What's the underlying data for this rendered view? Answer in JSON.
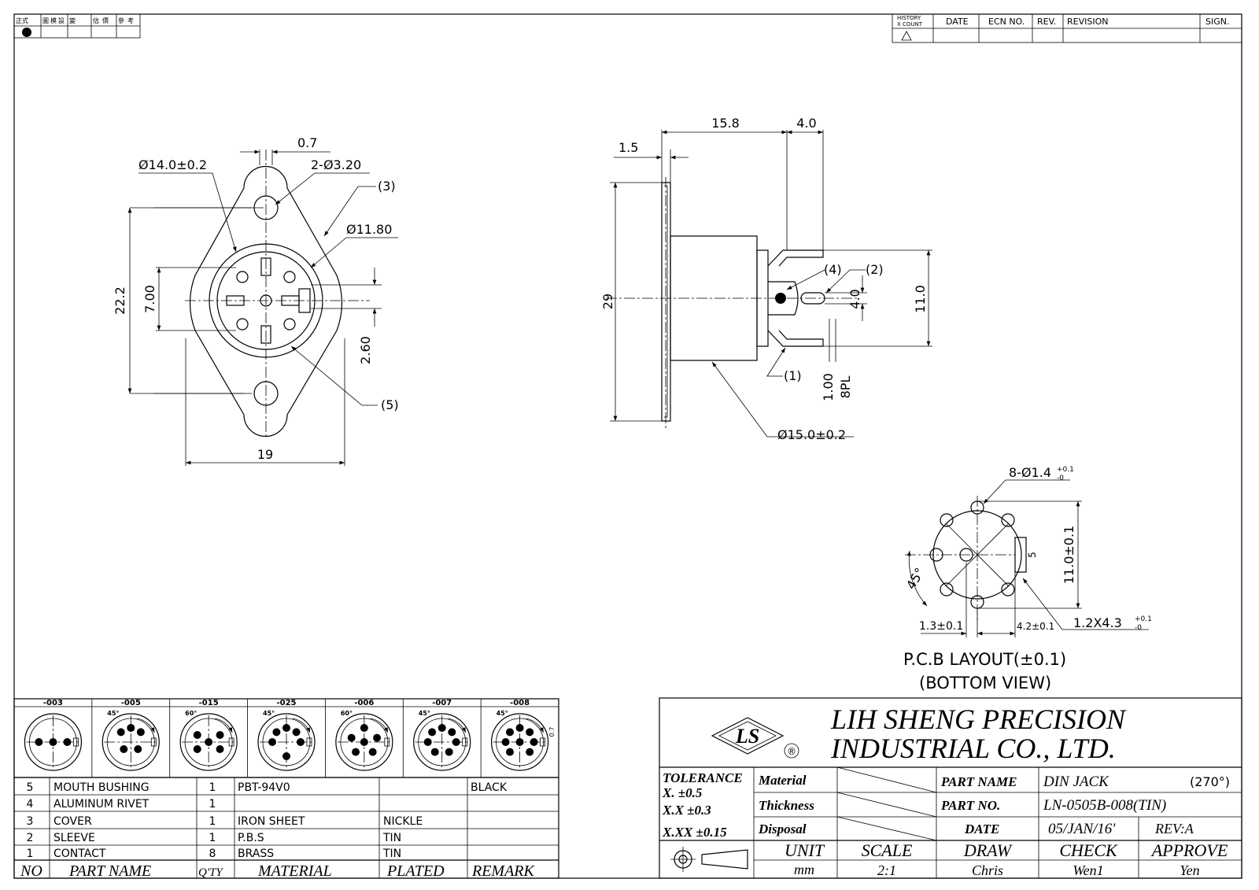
{
  "stamp_box": {
    "cells": [
      "正式",
      "圖",
      "模",
      "設",
      "變",
      "估",
      "價",
      "參",
      "考"
    ]
  },
  "revision_header": {
    "history": "HISTORY",
    "xcount": "X COUNT",
    "date": "DATE",
    "ecn": "ECN NO.",
    "rev": "REV.",
    "revision": "REVISION",
    "sign": "SIGN."
  },
  "front_view": {
    "dim_flange_dia": "Ø14.0±0.2",
    "dim_gap": "0.7",
    "dim_holes": "2-Ø3.20",
    "label_cover": "(3)",
    "dim_bushing_dia": "Ø11.80",
    "dim_height": "22.2",
    "dim_hole_span": "7.00",
    "dim_offset": "2.60",
    "label_bushing": "(5)",
    "dim_width": "19"
  },
  "side_view": {
    "dim_body_len": "15.8",
    "dim_pin_len": "4.0",
    "dim_flange": "1.5",
    "dim_overall_h": "29",
    "label_rivet": "(4)",
    "label_sleeve": "(2)",
    "dim_pin_spacing": "4.0",
    "dim_pin_span": "11.0",
    "label_contact": "(1)",
    "dim_pin_w": "1.00",
    "dim_pin_count": "8PL",
    "dim_body_dia": "Ø15.0±0.2"
  },
  "pcb_layout": {
    "dim_holes": "8-Ø1.4",
    "tol_holes_plus": "+0.1",
    "tol_holes_minus": "-0",
    "dim_span": "11.0±0.1",
    "dim_angle": "45°",
    "dim_slot": "1.2X4.3",
    "tol_slot_plus": "+0.1",
    "tol_slot_minus": "-0",
    "dim_left": "1.3±0.1",
    "dim_right": "4.2±0.1",
    "dim_slot_w": "5",
    "title": "P.C.B  LAYOUT(±0.1)",
    "subtitle": "(BOTTOM  VIEW)"
  },
  "variants": [
    {
      "code": "-003",
      "angle": ""
    },
    {
      "code": "-005",
      "angle": "45°"
    },
    {
      "code": "-015",
      "angle": "60°"
    },
    {
      "code": "-025",
      "angle": "45°"
    },
    {
      "code": "-006",
      "angle": "60°"
    },
    {
      "code": "-007",
      "angle": "45°"
    },
    {
      "code": "-008",
      "angle": "45°"
    }
  ],
  "variant_note": "0.7",
  "bom": {
    "headers": [
      "NO",
      "PART NAME",
      "Q'TY",
      "MATERIAL",
      "PLATED",
      "REMARK"
    ],
    "rows": [
      {
        "no": "5",
        "name": "MOUTH BUSHING",
        "qty": "1",
        "material": "PBT-94V0",
        "plated": "",
        "remark": "BLACK"
      },
      {
        "no": "4",
        "name": "ALUMINUM RIVET",
        "qty": "1",
        "material": "",
        "plated": "",
        "remark": ""
      },
      {
        "no": "3",
        "name": "COVER",
        "qty": "1",
        "material": "IRON SHEET",
        "plated": "NICKLE",
        "remark": ""
      },
      {
        "no": "2",
        "name": "SLEEVE",
        "qty": "1",
        "material": "P.B.S",
        "plated": "TIN",
        "remark": ""
      },
      {
        "no": "1",
        "name": "CONTACT",
        "qty": "8",
        "material": "BRASS",
        "plated": "TIN",
        "remark": ""
      }
    ]
  },
  "title_block": {
    "logo_text": "LS",
    "registered": "®",
    "company_line1": "LIH  SHENG  PRECISION",
    "company_line2": "INDUSTRIAL  CO.,  LTD.",
    "tolerance_label": "TOLERANCE",
    "tol_x": "X.    ±0.5",
    "tol_xx": "X.X   ±0.3",
    "tol_xxx": "X.XX  ±0.15",
    "material_label": "Material",
    "thickness_label": "Thickness",
    "disposal_label": "Disposal",
    "part_name_label": "PART NAME",
    "part_name": "DIN JACK",
    "part_angle": "(270°)",
    "part_no_label": "PART NO.",
    "part_no": "LN-0505B-008(TIN)",
    "date_label": "DATE",
    "date": "05/JAN/16'",
    "rev": "REV:A",
    "unit_label": "UNIT",
    "unit": "mm",
    "scale_label": "SCALE",
    "scale": "2:1",
    "draw_label": "DRAW",
    "draw": "Chris",
    "check_label": "CHECK",
    "check": "Wen1",
    "approve_label": "APPROVE",
    "approve": "Yen"
  }
}
